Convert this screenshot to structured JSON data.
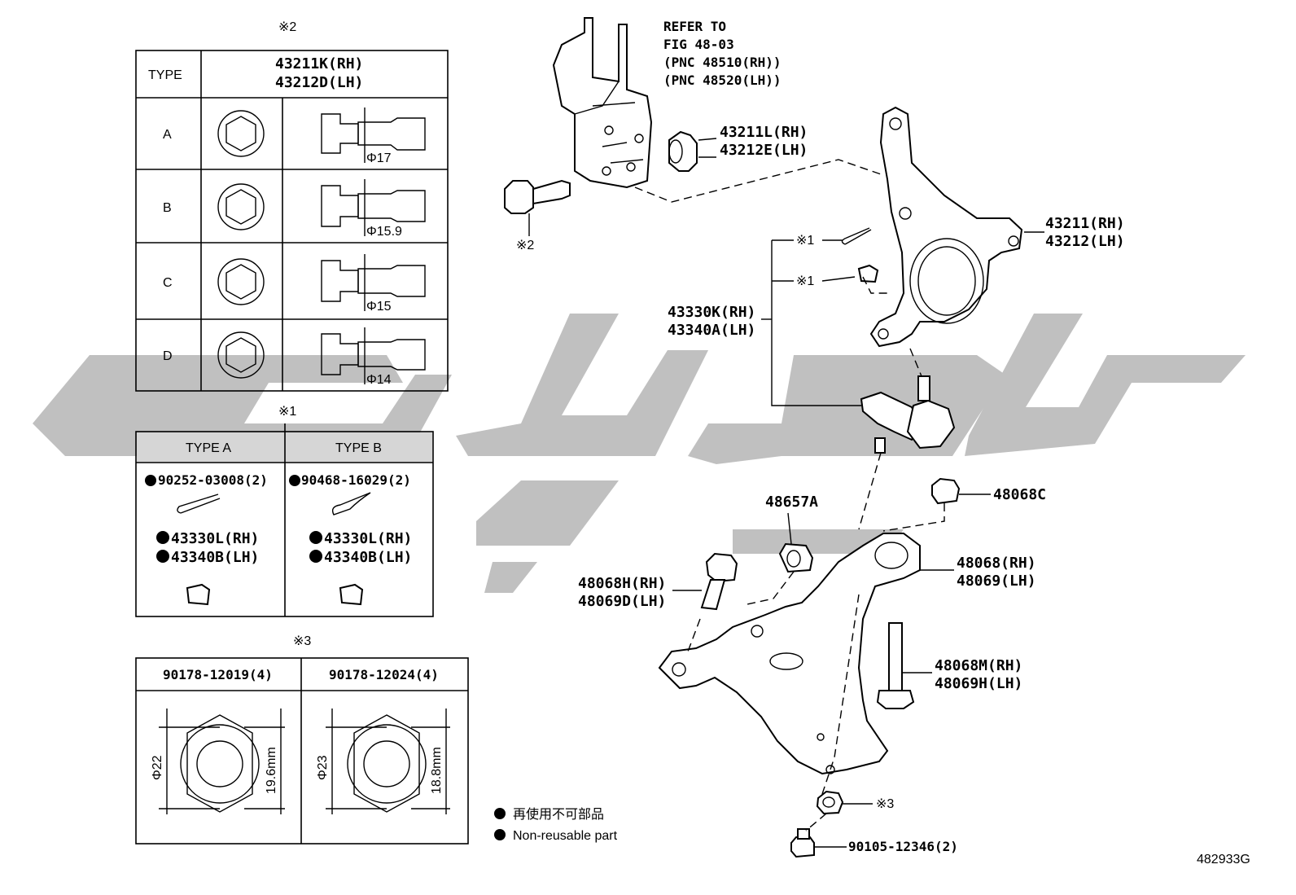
{
  "diagram": {
    "figure_id": "482933G",
    "watermark_color": "#bdbdbd",
    "bolt_table": {
      "mark": "※2",
      "type_header": "TYPE",
      "part_rh": "43211K(RH)",
      "part_lh": "43212D(LH)",
      "rows": [
        {
          "type": "A",
          "diameter": "Φ17"
        },
        {
          "type": "B",
          "diameter": "Φ15.9"
        },
        {
          "type": "C",
          "diameter": "Φ15"
        },
        {
          "type": "D",
          "diameter": "Φ14"
        }
      ]
    },
    "pin_table": {
      "mark": "※1",
      "col_a": "TYPE A",
      "col_b": "TYPE B",
      "pin_a": "90252-03008(2)",
      "pin_b": "90468-16029(2)",
      "nut_rh": "43330L(RH)",
      "nut_lh": "43340B(LH)"
    },
    "nut_table": {
      "mark": "※3",
      "col1": "90178-12019(4)",
      "col2": "90178-12024(4)",
      "dia1": "Φ22",
      "dia2": "Φ23",
      "height1": "19.6mm",
      "height2": "18.8mm"
    },
    "legend": {
      "line1": "再使用不可部品",
      "line2": "Non-reusable part"
    },
    "callouts": {
      "refer": [
        "REFER TO",
        "FIG 48-03",
        "(PNC 48510(RH))",
        "(PNC 48520(LH))"
      ],
      "bush_rh": "43211L(RH)",
      "bush_lh": "43212E(LH)",
      "knuckle_rh": "43211(RH)",
      "knuckle_lh": "43212(LH)",
      "bolt_mark": "※2",
      "pin_mark1": "※1",
      "pin_mark2": "※1",
      "ball_rh": "43330K(RH)",
      "ball_lh": "43340A(LH)",
      "bushing": "48657A",
      "nut_c": "48068C",
      "arm_rh": "48068(RH)",
      "arm_lh": "48069(LH)",
      "bolt_h_rh": "48068H(RH)",
      "bolt_h_lh": "48069D(LH)",
      "bolt_m_rh": "48068M(RH)",
      "bolt_m_lh": "48069H(LH)",
      "nut_mark": "※3",
      "bolt_bottom": "90105-12346(2)"
    }
  }
}
